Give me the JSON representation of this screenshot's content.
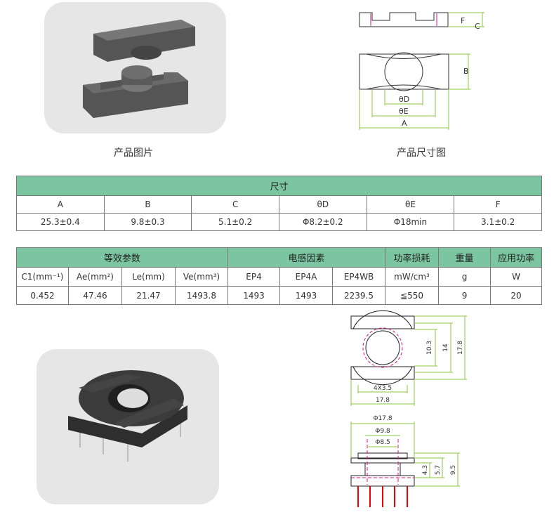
{
  "captions": {
    "photo": "产品图片",
    "drawing": "产品尺寸图"
  },
  "drawing_labels": {
    "F": "F",
    "C": "C",
    "B": "B",
    "D": "θD",
    "E": "θE",
    "A": "A"
  },
  "bobbin_labels": {
    "d1": "10.3",
    "d2": "14",
    "d3": "17.8",
    "pitch": "4X3.5",
    "width": "17.8",
    "phi1": "Φ17.8",
    "phi2": "Φ9.8",
    "phi3": "Φ8.5",
    "h1": "4.3",
    "h2": "5.7",
    "h3": "9.5"
  },
  "dimensions": {
    "title": "尺寸",
    "headers": [
      "A",
      "B",
      "C",
      "θD",
      "θE",
      "F"
    ],
    "values": [
      "25.3±0.4",
      "9.8±0.3",
      "5.1±0.2",
      "Φ8.2±0.2",
      "Φ18min",
      "3.1±0.2"
    ]
  },
  "params": {
    "groups": [
      "等效参数",
      "电感因素",
      "功率损耗",
      "重量",
      "应用功率"
    ],
    "headers": [
      "C1(mm⁻¹)",
      "Ae(mm²)",
      "Le(mm)",
      "Ve(mm³)",
      "EP4",
      "EP4A",
      "EP4WB",
      "mW/cm³",
      "g",
      "W"
    ],
    "values": [
      "0.452",
      "47.46",
      "21.47",
      "1493.8",
      "1493",
      "1493",
      "2239.5",
      "≦550",
      "9",
      "20"
    ]
  },
  "colors": {
    "header": "#7bc6a0",
    "dim": "#8dc63f",
    "marker": "#e0108a"
  }
}
